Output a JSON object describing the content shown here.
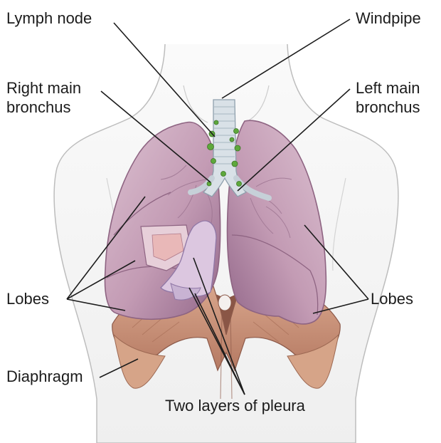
{
  "labels": {
    "lymph_node": "Lymph node",
    "windpipe": "Windpipe",
    "right_main_bronchus": [
      "Right main",
      "bronchus"
    ],
    "left_main_bronchus": [
      "Left main",
      "bronchus"
    ],
    "lobes_left": "Lobes",
    "lobes_right": "Lobes",
    "diaphragm": "Diaphragm",
    "pleura": "Two layers of pleura"
  },
  "colors": {
    "lung_fill": "#c8a0b8",
    "lung_shadow": "#9f7592",
    "lung_highlight": "#ddc3d2",
    "diaphragm": "#c9937a",
    "diaphragm_dark": "#8d5a4a",
    "trachea": "#d7e0e6",
    "lymph_node": "#5ea83c",
    "body_outline": "#b9b9b9",
    "leader_line": "#1c1c1c"
  }
}
